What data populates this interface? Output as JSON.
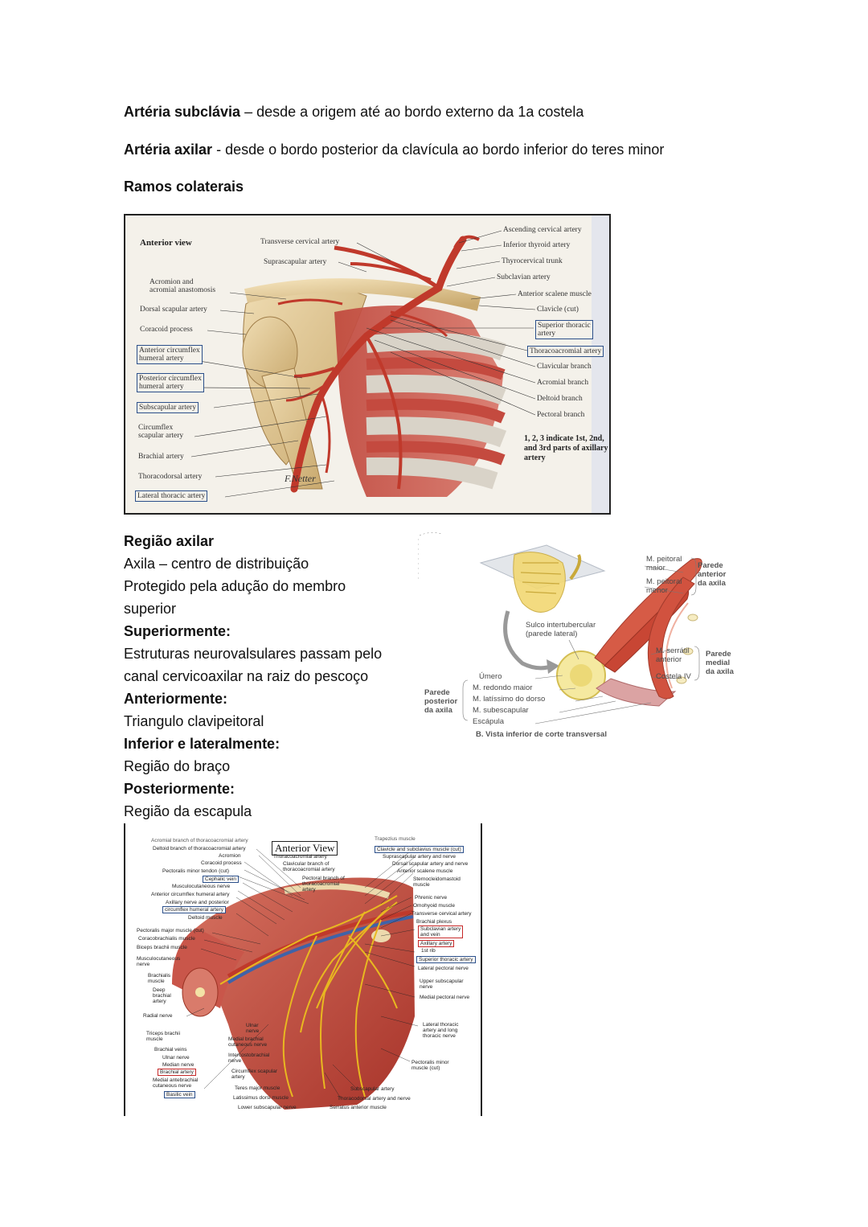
{
  "header": {
    "line1_bold": "Artéria subclávia",
    "line1_rest": " – desde a origem até ao bordo externo da 1a costela",
    "line2_bold": "Artéria axilar",
    "line2_rest": " - desde o bordo posterior da clavícula ao bordo inferior do teres minor",
    "line3": "Ramos colaterais"
  },
  "figure1": {
    "title": "Anterior view",
    "left_labels": {
      "transverse": "Transverse cervical artery",
      "suprascapular": "Suprascapular artery",
      "acromion1": "Acromion and",
      "acromion2": "acromial anastomosis",
      "dorsal": "Dorsal scapular artery",
      "coracoid": "Coracoid process",
      "ant_circ1": "Anterior circumflex",
      "ant_circ2": "humeral artery",
      "post_circ1": "Posterior circumflex",
      "post_circ2": "humeral artery",
      "subscapular": "Subscapular artery",
      "circ_scap1": "Circumflex",
      "circ_scap2": "scapular artery",
      "brachial": "Brachial artery",
      "thoracodorsal": "Thoracodorsal artery",
      "lateral_thoracic": "Lateral thoracic artery"
    },
    "right_labels": {
      "ascending": "Ascending cervical artery",
      "inf_thyroid": "Inferior thyroid artery",
      "thyrocervical": "Thyrocervical trunk",
      "subclavian": "Subclavian artery",
      "ant_scalene": "Anterior scalene muscle",
      "clavicle": "Clavicle (cut)",
      "sup_thoracic1": "Superior thoracic",
      "sup_thoracic2": "artery",
      "thoracoacromial": "Thoracoacromial artery",
      "clavicular": "Clavicular branch",
      "acromial": "Acromial branch",
      "deltoid": "Deltoid branch",
      "pectoral": "Pectoral branch"
    },
    "note": "1, 2, 3 indicate 1st, 2nd, and 3rd parts of axillary artery",
    "signature": "F.Netter"
  },
  "section": {
    "title": "Região axilar",
    "lines": [
      {
        "text": "Axila – centro de distribuição",
        "bold": false
      },
      {
        "text": "Protegido pela adução do membro",
        "bold": false
      },
      {
        "text": "superior",
        "bold": false
      },
      {
        "text": "Superiormente:",
        "bold": true
      },
      {
        "text": "Estruturas neurovalsulares passam pelo",
        "bold": false
      },
      {
        "text": "canal cervicoaxilar na raiz do pescoço",
        "bold": false
      },
      {
        "text": "Anteriormente:",
        "bold": true
      },
      {
        "text": "Triangulo clavipeitoral",
        "bold": false
      },
      {
        "text": "Inferior e lateralmente:",
        "bold": true
      },
      {
        "text": "Região do braço",
        "bold": false
      },
      {
        "text": "Posteriormente:",
        "bold": true
      },
      {
        "text": "Região da escapula",
        "bold": false
      }
    ]
  },
  "figure2": {
    "m_peitoral_maior1": "M. peitoral",
    "m_peitoral_maior2": "maior",
    "m_peitoral_menor1": "M. peitoral",
    "m_peitoral_menor2": "menor",
    "parede_anterior1": "Parede",
    "parede_anterior2": "anterior",
    "parede_anterior3": "da axila",
    "sulco1": "Sulco intertubercular",
    "sulco2": "(parede lateral)",
    "serratil1": "M. serrátil",
    "serratil2": "anterior",
    "costela": "Costela IV",
    "parede_medial1": "Parede",
    "parede_medial2": "medial",
    "parede_medial3": "da axila",
    "umero": "Úmero",
    "redondo": "M. redondo maior",
    "latissimo": "M. latíssimo do dorso",
    "subescapular": "M. subescapular",
    "escapula": "Escápula",
    "parede_posterior1": "Parede",
    "parede_posterior2": "posterior",
    "parede_posterior3": "da axila",
    "caption": "B. Vista inferior de corte transversal"
  },
  "figure3": {
    "title": "Anterior View",
    "left": [
      "Acromial branch of thoracoacromial artery",
      "Deltoid branch of thoracoacromial artery",
      "Acromion",
      "Coracoid process",
      "Pectoralis minor tendon (cut)",
      "Cephalic vein",
      "Musculocutaneous nerve",
      "Anterior circumflex humeral artery",
      "Axillary nerve and posterior",
      "circumflex humeral artery",
      "Deltoid muscle",
      "Pectoralis major muscle (cut)",
      "Coracobrachialis muscle",
      "Biceps brachii muscle",
      "Musculocutaneous",
      "nerve",
      "Brachialis",
      "muscle",
      "Deep",
      "brachial",
      "artery",
      "Radial nerve",
      "Triceps brachii",
      "muscle",
      "Brachial veins",
      "Ulnar nerve",
      "Median nerve",
      "Brachial artery",
      "Medial antebrachial",
      "cutaneous nerve",
      "Basilic vein"
    ],
    "center": [
      "Thoracoacromial artery",
      "Clavicular branch of",
      "thoracoacromial artery",
      "Pectoral branch of",
      "thoracoacromial",
      "artery",
      "Ulnar",
      "nerve",
      "Medial brachial",
      "cutaneous nerve",
      "Intercostobrachial",
      "nerve",
      "Circumflex scapular",
      "artery",
      "Teres major muscle",
      "Latissimus dorsi muscle",
      "Lower subscapular nerve"
    ],
    "right": [
      "Trapezius muscle",
      "Clavicle and subclavius muscle (cut)",
      "Suprascapular artery and nerve",
      "Dorsal scapular artery and nerve",
      "Anterior scalene muscle",
      "Sternocleidomastoid",
      "muscle",
      "Phrenic nerve",
      "Omohyoid muscle",
      "Transverse cervical artery",
      "Brachial plexus",
      "Subclavian artery",
      "and vein",
      "Axillary artery",
      "1st rib",
      "Superior thoracic artery",
      "Lateral pectoral nerve",
      "Upper subscapular",
      "nerve",
      "Medial pectoral nerve",
      "Lateral thoracic",
      "artery and long",
      "thoracic nerve",
      "Pectoralis minor",
      "muscle (cut)",
      "Subscapular artery",
      "Thoracodorsal artery and nerve",
      "Serratus anterior muscle"
    ]
  },
  "colors": {
    "artery": "#c0392b",
    "muscle": "#c9564a",
    "bone": "#e8d3a8",
    "nerve": "#e8b820",
    "box_blue": "#2b4f8a",
    "box_red": "#c62828"
  }
}
